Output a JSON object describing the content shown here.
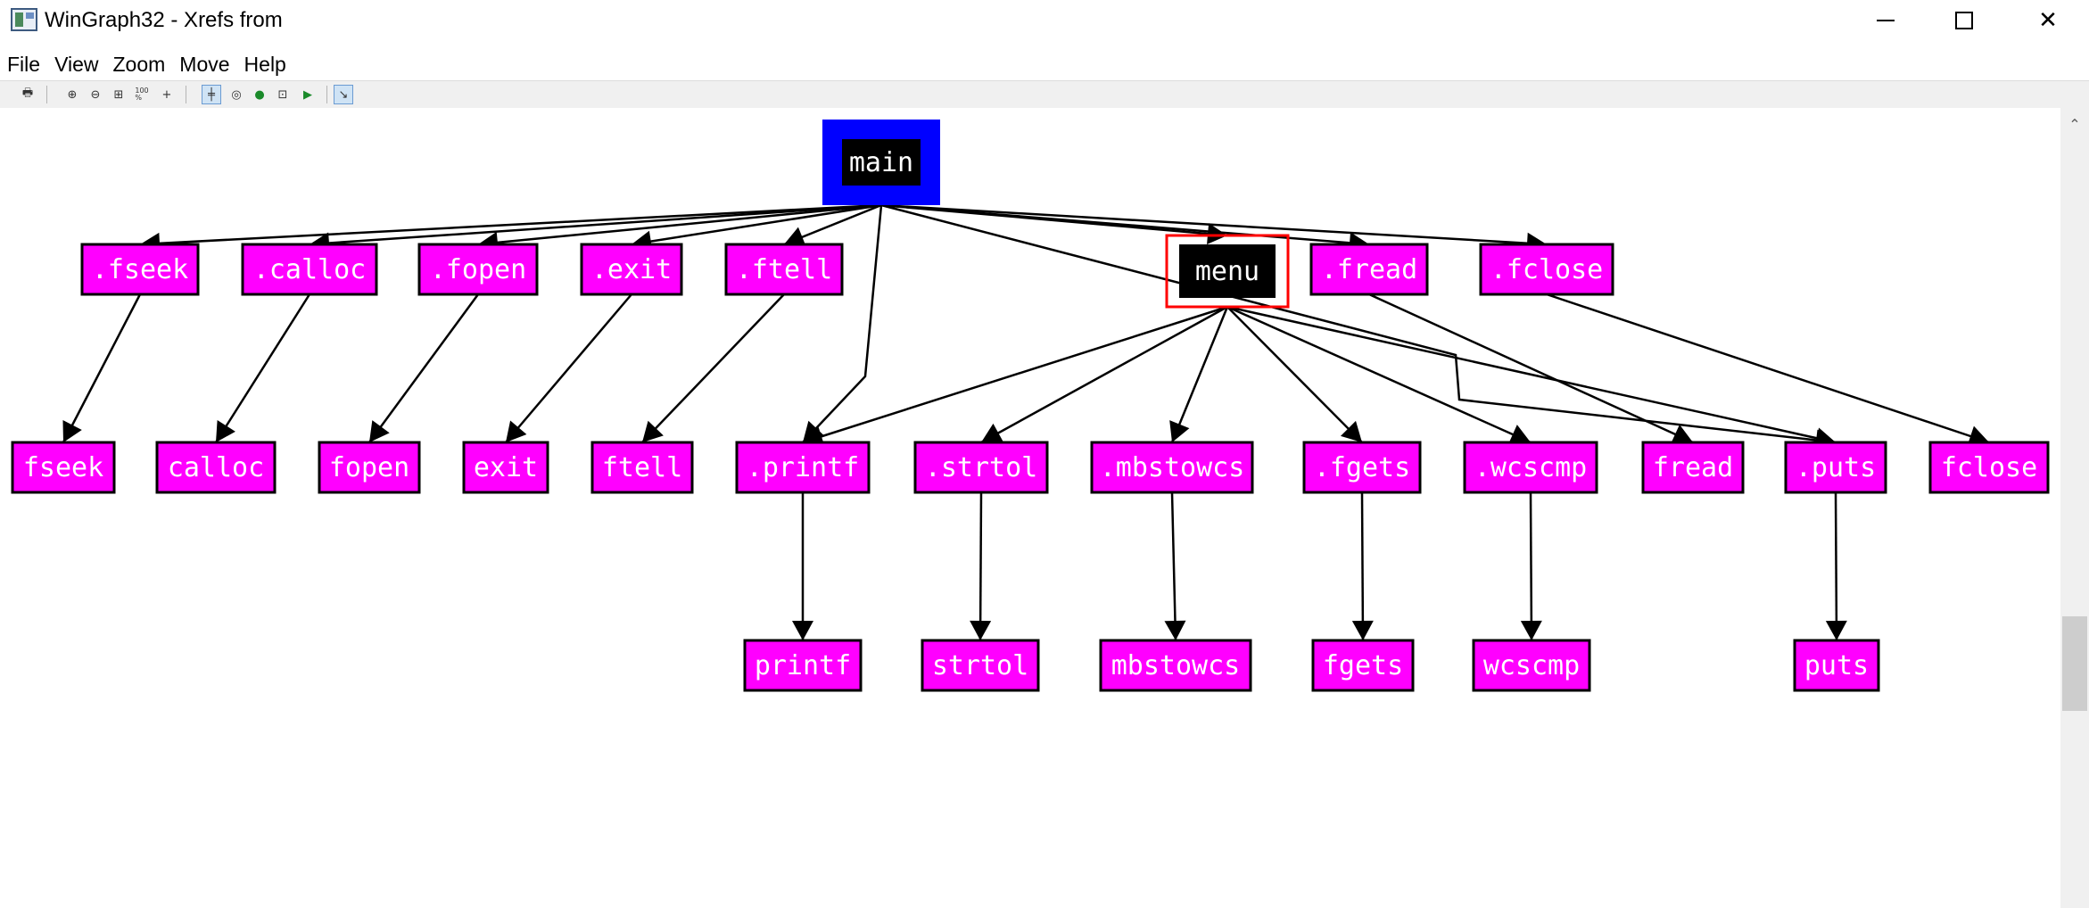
{
  "window": {
    "title": "WinGraph32 - Xrefs from",
    "min_glyph": "",
    "max_glyph": "",
    "close_glyph": "✕"
  },
  "menu": [
    "File",
    "View",
    "Zoom",
    "Move",
    "Help"
  ],
  "toolbar": {
    "buttons": [
      {
        "name": "print-icon",
        "glyph": "🖶"
      },
      {
        "name": "zoom-in-icon",
        "glyph": "⊕"
      },
      {
        "name": "zoom-out-icon",
        "glyph": "⊖"
      },
      {
        "name": "fit-window-icon",
        "glyph": "⊞"
      },
      {
        "name": "zoom-100-icon",
        "glyph": "100\n%"
      },
      {
        "name": "zoom-custom-icon",
        "glyph": "+"
      },
      {
        "name": "layout-icon",
        "glyph": "╪"
      },
      {
        "name": "circle-icon",
        "glyph": "◎"
      },
      {
        "name": "green-circle-icon",
        "glyph": "●"
      },
      {
        "name": "navigate-icon",
        "glyph": "⊡"
      },
      {
        "name": "forward-icon",
        "glyph": "▶"
      },
      {
        "name": "pointer-icon",
        "glyph": "↘"
      }
    ]
  },
  "colors": {
    "node_fill": "#ff00ff",
    "node_text": "#ffffff",
    "main_frame": "#0000ff",
    "main_fill": "#000000",
    "highlight": "#ff0000",
    "edge": "#000000"
  },
  "graph": {
    "nodes": [
      {
        "id": "main",
        "label": "main",
        "style": "main"
      },
      {
        "id": "dfseek",
        "label": ".fseek"
      },
      {
        "id": "dcalloc",
        "label": ".calloc"
      },
      {
        "id": "dfopen",
        "label": ".fopen"
      },
      {
        "id": "dexit",
        "label": ".exit"
      },
      {
        "id": "dftell",
        "label": ".ftell"
      },
      {
        "id": "menu",
        "label": "menu",
        "style": "selected"
      },
      {
        "id": "dfread",
        "label": ".fread"
      },
      {
        "id": "dfclose",
        "label": ".fclose"
      },
      {
        "id": "fseek",
        "label": "fseek"
      },
      {
        "id": "calloc",
        "label": "calloc"
      },
      {
        "id": "fopen",
        "label": "fopen"
      },
      {
        "id": "exit",
        "label": "exit"
      },
      {
        "id": "ftell",
        "label": "ftell"
      },
      {
        "id": "dprintf",
        "label": ".printf"
      },
      {
        "id": "dstrtol",
        "label": ".strtol"
      },
      {
        "id": "dmbstowcs",
        "label": ".mbstowcs"
      },
      {
        "id": "dfgets",
        "label": ".fgets"
      },
      {
        "id": "dwcscmp",
        "label": ".wcscmp"
      },
      {
        "id": "fread",
        "label": "fread"
      },
      {
        "id": "dputs",
        "label": ".puts"
      },
      {
        "id": "fclose",
        "label": "fclose"
      },
      {
        "id": "printf",
        "label": "printf"
      },
      {
        "id": "strtol",
        "label": "strtol"
      },
      {
        "id": "mbstowcs",
        "label": "mbstowcs"
      },
      {
        "id": "fgets",
        "label": "fgets"
      },
      {
        "id": "wcscmp",
        "label": "wcscmp"
      },
      {
        "id": "puts",
        "label": "puts"
      }
    ],
    "edges": [
      {
        "from": "main",
        "to": "dfseek"
      },
      {
        "from": "main",
        "to": "dcalloc"
      },
      {
        "from": "main",
        "to": "dfopen"
      },
      {
        "from": "main",
        "to": "dexit"
      },
      {
        "from": "main",
        "to": "dftell"
      },
      {
        "from": "main",
        "to": "dprintf"
      },
      {
        "from": "main",
        "to": "menu"
      },
      {
        "from": "main",
        "to": "dfread"
      },
      {
        "from": "main",
        "to": "dfclose"
      },
      {
        "from": "main",
        "to": "dputs"
      },
      {
        "from": "dfseek",
        "to": "fseek"
      },
      {
        "from": "dcalloc",
        "to": "calloc"
      },
      {
        "from": "dfopen",
        "to": "fopen"
      },
      {
        "from": "dexit",
        "to": "exit"
      },
      {
        "from": "dftell",
        "to": "ftell"
      },
      {
        "from": "menu",
        "to": "dprintf"
      },
      {
        "from": "menu",
        "to": "dstrtol"
      },
      {
        "from": "menu",
        "to": "dmbstowcs"
      },
      {
        "from": "menu",
        "to": "dfgets"
      },
      {
        "from": "menu",
        "to": "dwcscmp"
      },
      {
        "from": "menu",
        "to": "dputs"
      },
      {
        "from": "dfread",
        "to": "fread"
      },
      {
        "from": "dfclose",
        "to": "fclose"
      },
      {
        "from": "dprintf",
        "to": "printf"
      },
      {
        "from": "dstrtol",
        "to": "strtol"
      },
      {
        "from": "dmbstowcs",
        "to": "mbstowcs"
      },
      {
        "from": "dfgets",
        "to": "fgets"
      },
      {
        "from": "dwcscmp",
        "to": "wcscmp"
      },
      {
        "from": "dputs",
        "to": "puts"
      }
    ]
  }
}
